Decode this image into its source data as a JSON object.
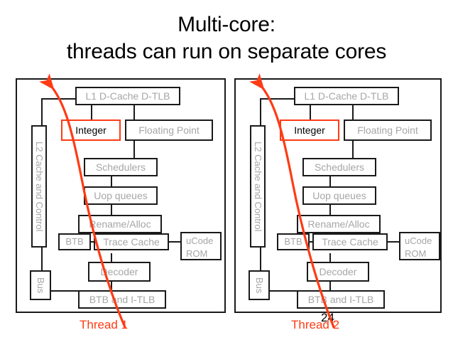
{
  "slide": {
    "title_line1": "Multi-core:",
    "title_line2": "threads can run on separate cores",
    "page_number": "24",
    "accent_red": "#ff3b14",
    "box_text_gray": "#a6a6a6",
    "line_black": "#1a1a1a"
  },
  "cores": [
    {
      "id": "core-left",
      "thread_label": "Thread 1",
      "units": {
        "l1_dcache": "L1 D-Cache D-TLB",
        "integer": "Integer",
        "floating_point": "Floating Point",
        "schedulers": "Schedulers",
        "uop_queues": "Uop queues",
        "rename_alloc": "Rename/Alloc",
        "btb": "BTB",
        "trace_cache": "Trace Cache",
        "ucode_rom": "uCode ROM",
        "decoder": "Decoder",
        "btb_itlb": "BTB and I-TLB",
        "l2_cache": "L2 Cache and Control",
        "bus": "Bus"
      }
    },
    {
      "id": "core-right",
      "thread_label": "Thread 2",
      "units": {
        "l1_dcache": "L1 D-Cache D-TLB",
        "integer": "Integer",
        "floating_point": "Floating Point",
        "schedulers": "Schedulers",
        "uop_queues": "Uop queues",
        "rename_alloc": "Rename/Alloc",
        "btb": "BTB",
        "trace_cache": "Trace Cache",
        "ucode_rom": "uCode ROM",
        "decoder": "Decoder",
        "btb_itlb": "BTB and I-TLB",
        "l2_cache": "L2 Cache and Control",
        "bus": "Bus"
      }
    }
  ]
}
